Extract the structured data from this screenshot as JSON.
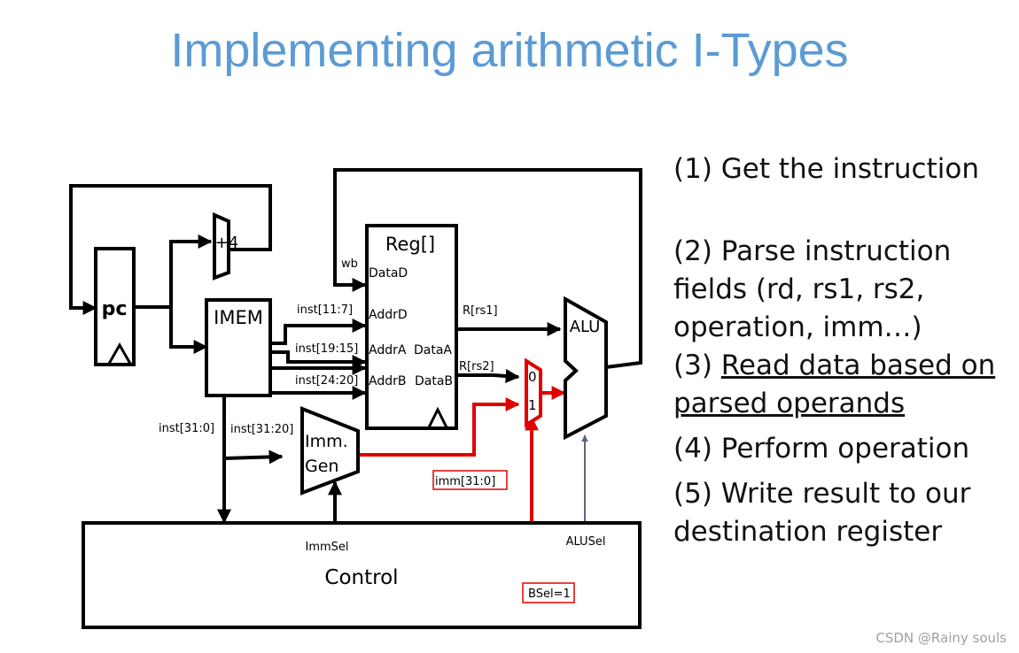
{
  "title": "Implementing arithmetic I-Types",
  "steps": [
    {
      "text": "(1) Get the instruction"
    },
    {
      "text": "(2) Parse instruction fields (rd, rs1, rs2, operation, imm…)"
    },
    {
      "prefix": "(3) ",
      "underlined": "Read data based on parsed operands"
    },
    {
      "text": "(4) Perform operation"
    },
    {
      "text": "(5) Write result to our destination register"
    }
  ],
  "diagram": {
    "pc": "pc",
    "adder": "+4",
    "imem": "IMEM",
    "regfile": {
      "title": "Reg[]",
      "wb": "wb",
      "data_d": "DataD",
      "addr_d": "AddrD",
      "addr_a": "AddrA",
      "addr_b": "AddrB",
      "data_a": "DataA",
      "data_b": "DataB"
    },
    "wires": {
      "inst_11_7": "inst[11:7]",
      "inst_19_15": "inst[19:15]",
      "inst_24_20": "inst[24:20]",
      "inst_31_0": "inst[31:0]",
      "inst_31_20": "inst[31:20]",
      "r_rs1": "R[rs1]",
      "r_rs2": "R[rs2]"
    },
    "alu": "ALU",
    "mux": {
      "in0": "0",
      "in1": "1"
    },
    "immgen": {
      "line1": "Imm.",
      "line2": "Gen"
    },
    "imm_label": "imm[31:0]",
    "control": {
      "label": "Control",
      "imm_sel": "ImmSel",
      "alu_sel": "ALUSel",
      "bsel": "BSel=1"
    },
    "colors": {
      "red": "#e00000",
      "blue": "#5b9bd5",
      "alusel_wire": "#5a6a7a"
    }
  },
  "watermark": "CSDN @Rainy souls"
}
